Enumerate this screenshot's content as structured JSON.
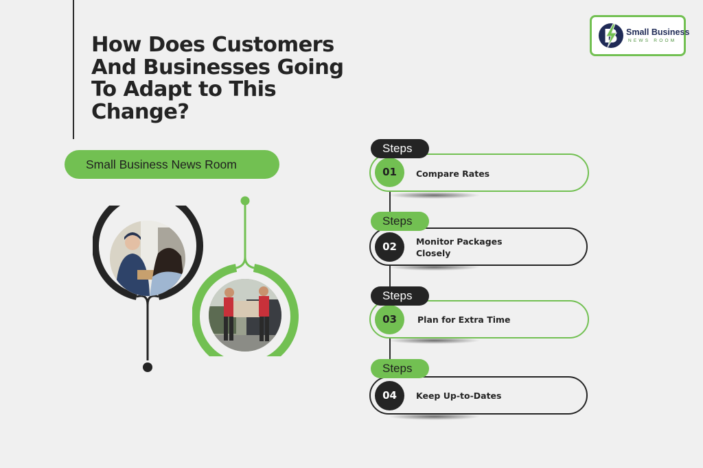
{
  "title": "How Does Customers And Businesses Going To Adapt to This Change?",
  "brand_pill": "Small Business News Room",
  "logo": {
    "line1": "Small Business",
    "line2": "NEWS ROOM",
    "icon": "lightning-b-logo-icon"
  },
  "photos": [
    {
      "name": "courier-handing-package-photo"
    },
    {
      "name": "movers-carrying-box-photo"
    }
  ],
  "steps": [
    {
      "label": "Steps",
      "number": "01",
      "text": "Compare Rates",
      "style": "green"
    },
    {
      "label": "Steps",
      "number": "02",
      "text": "Monitor Packages Closely",
      "style": "dark"
    },
    {
      "label": "Steps",
      "number": "03",
      "text": "Plan for Extra Time",
      "style": "green"
    },
    {
      "label": "Steps",
      "number": "04",
      "text": "Keep Up-to-Dates",
      "style": "dark"
    }
  ],
  "colors": {
    "accent": "#72c052",
    "dark": "#242424",
    "background": "#f0f0f0"
  }
}
